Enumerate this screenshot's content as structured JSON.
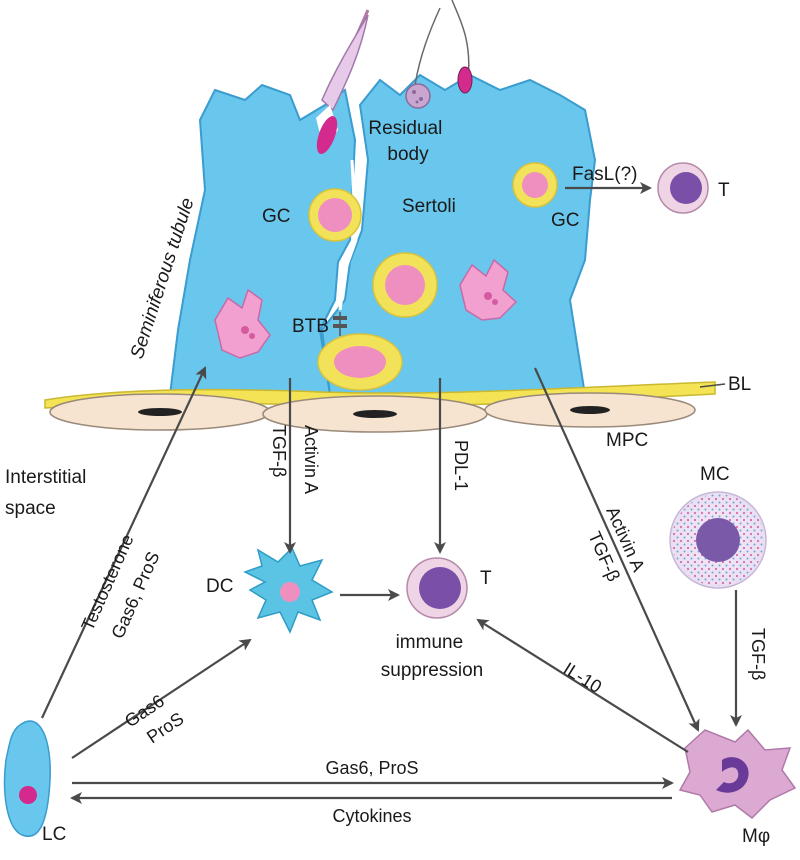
{
  "colors": {
    "sertoli": "#69c6ec",
    "sertoli_stroke": "#3a9ccf",
    "germ_ring": "#f2e25a",
    "germ_core": "#ef8fc0",
    "bl": "#f4e455",
    "mpc": "#f7e4d0",
    "t_cell_outer": "#efd4e6",
    "t_cell_core": "#7a4fa8",
    "macrophage": "#dca9d2",
    "mast": "#7a5aa8",
    "arrow": "#4a4a4a"
  },
  "labels": {
    "seminiferous_tubule": "Seminiferous tubule",
    "residual_body": [
      "Residual",
      "body"
    ],
    "sertoli": "Sertoli",
    "gc_left": "GC",
    "gc_right": "GC",
    "fasl": "FasL(?)",
    "t_top": "T",
    "btb": "BTB",
    "bl": "BL",
    "mpc": "MPC",
    "interstitial_space": [
      "Interstitial",
      "space"
    ],
    "mc": "MC",
    "dc": "DC",
    "t_center": "T",
    "immune_suppression": [
      "immune",
      "suppression"
    ],
    "lc": "LC",
    "macrophage": "Mφ"
  },
  "arrow_labels": {
    "testosterone_1": "Testosterone",
    "testosterone_2": "Gas6, ProS",
    "activin_left_1": "Activin A",
    "activin_left_2": "TGF-β",
    "pdl1": "PDL-1",
    "activin_right_1": "Activin A",
    "activin_right_2": "TGF-β",
    "mc_tgf": "TGF-β",
    "gas6_dc_1": "Gas6",
    "gas6_dc_2": "ProS",
    "il10": "IL-10",
    "lc_to_mac": "Gas6, ProS",
    "mac_to_lc": "Cytokines"
  }
}
